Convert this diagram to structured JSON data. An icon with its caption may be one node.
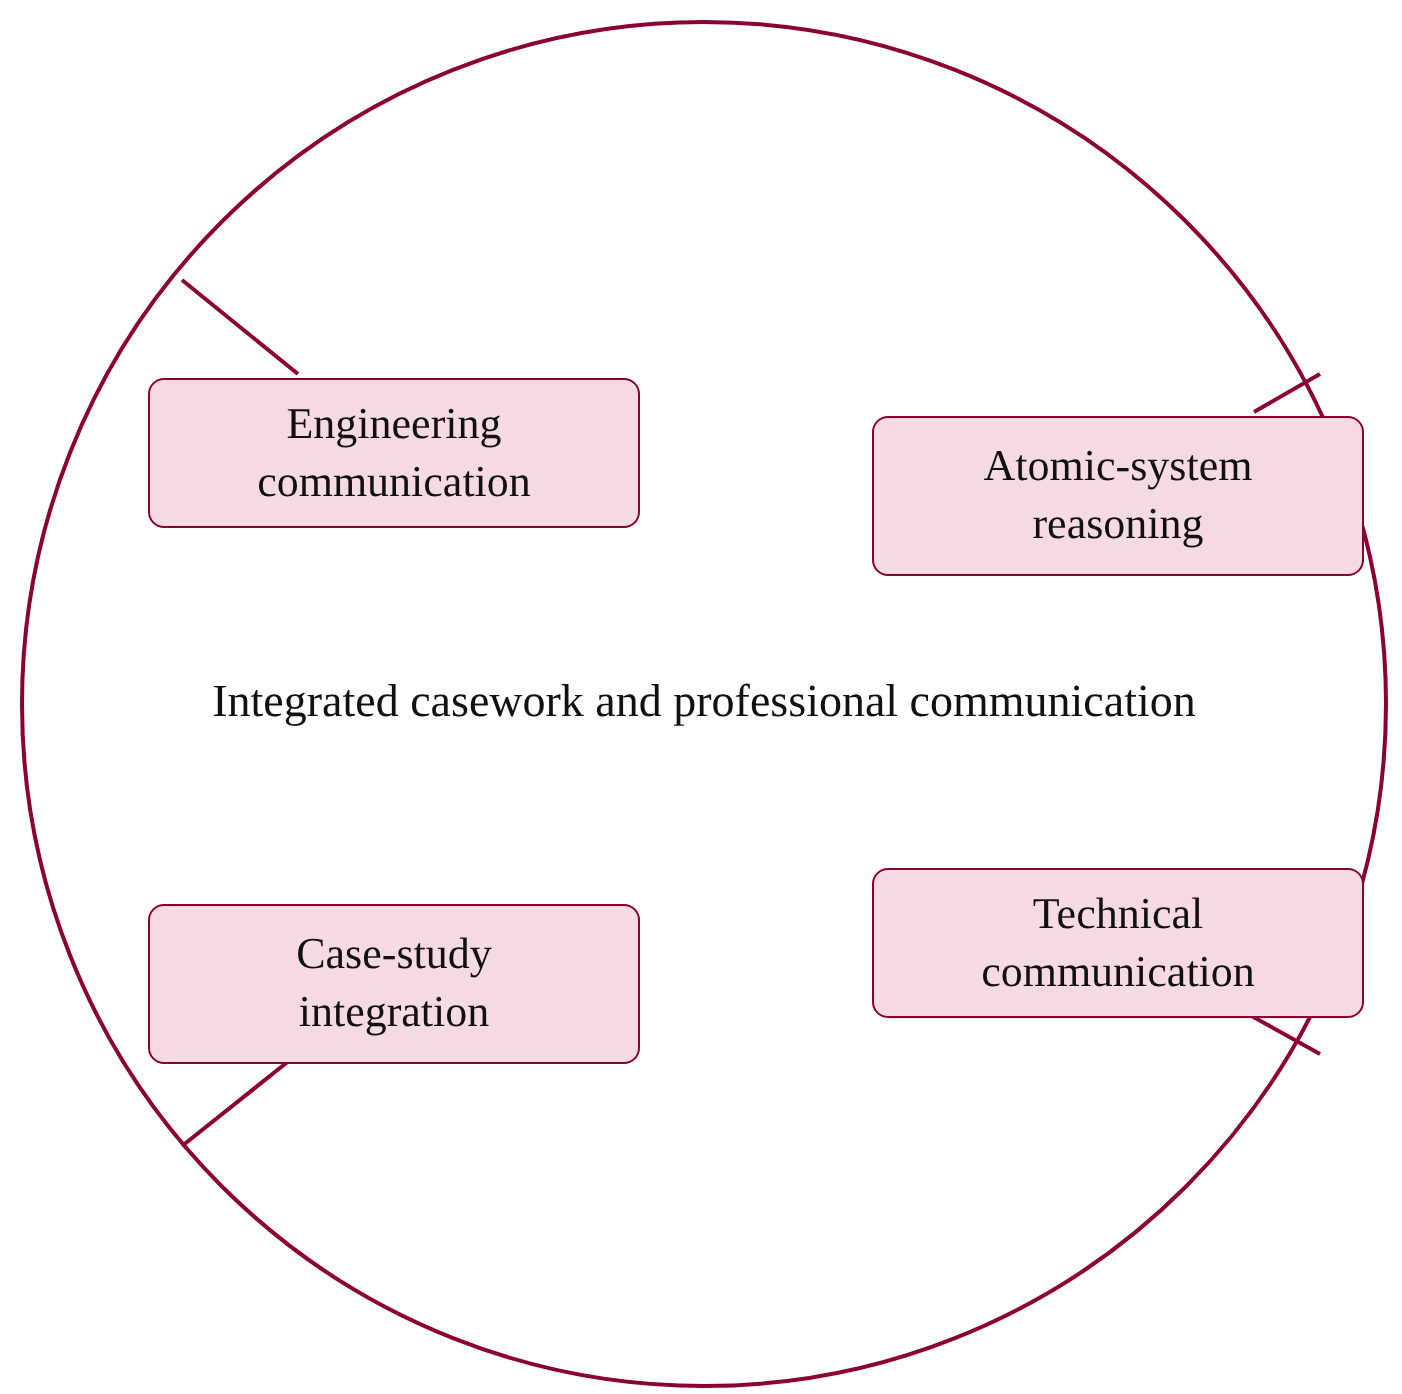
{
  "diagram": {
    "nodes": [
      {
        "text": [
          "Integrated casework and professional communication"
        ]
      },
      {
        "text": [
          "Engineering communication"
        ],
        "in": 0
      },
      {
        "text": [
          "Atomic-system reasoning"
        ],
        "in": 0
      },
      {
        "text": [
          "Case-study integration"
        ],
        "in": 0
      },
      {
        "text": [
          "Technical communication"
        ],
        "in": 0
      }
    ]
  }
}
